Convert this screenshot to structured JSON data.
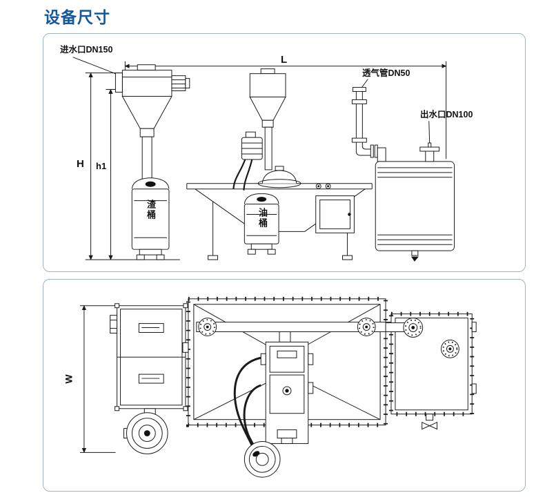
{
  "page": {
    "title": "设备尺寸"
  },
  "front_view": {
    "labels": {
      "inlet": "进水口DN150",
      "length": "L",
      "vent": "透气管DN50",
      "outlet": "出水口DN100",
      "height": "H",
      "inner_height": "h1",
      "slag_bucket": "渣桶",
      "oil_bucket": "油桶"
    }
  },
  "plan_view": {
    "labels": {
      "width": "W"
    }
  },
  "colors": {
    "title_blue": "#15569f",
    "panel_border": "#9db4c4",
    "line_black": "#1a1a1a"
  }
}
